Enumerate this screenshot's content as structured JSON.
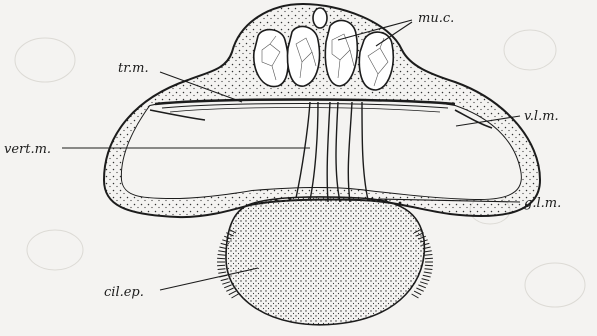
{
  "labels": {
    "muscle_cells": "mu.c.",
    "transverse_muscle": "tr.m.",
    "vertical_muscle": "vert.m.",
    "ventral_longitudinal_muscle": "v.l.m.",
    "gland_muscle": "g.l.m.",
    "ciliated_epidermis": "cil.ep."
  },
  "colors": {
    "ink": "#1c1c1c",
    "paper": "#f4f3f1",
    "tissue": "#f1eee7"
  }
}
